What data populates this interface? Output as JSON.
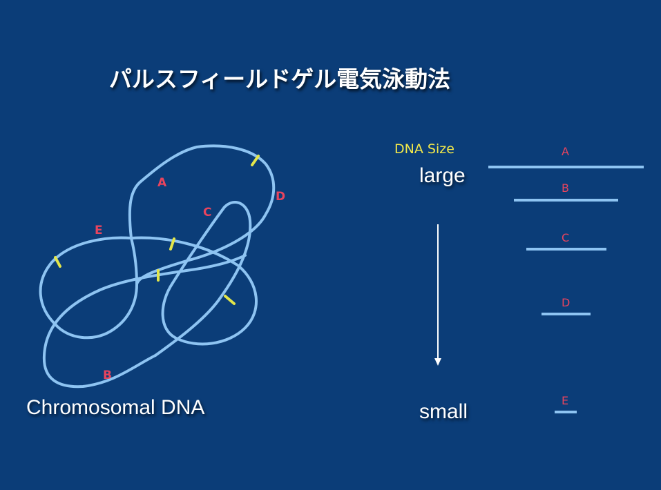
{
  "title": "パルスフィールドゲル電気泳動法",
  "chromosome": {
    "caption": "Chromosomal DNA",
    "fragment_labels": [
      "A",
      "B",
      "C",
      "D",
      "E"
    ]
  },
  "gel": {
    "size_label": "DNA Size",
    "large_label": "large",
    "small_label": "small",
    "bands": [
      "A",
      "B",
      "C",
      "D",
      "E"
    ]
  },
  "colors": {
    "background": "#0b3d78",
    "dna_strand": "#8ec4f2",
    "cut_mark": "#e3e64a",
    "fragment_label": "#e8445e",
    "band": "#8ec4f2",
    "size_label": "#f2e84a"
  }
}
